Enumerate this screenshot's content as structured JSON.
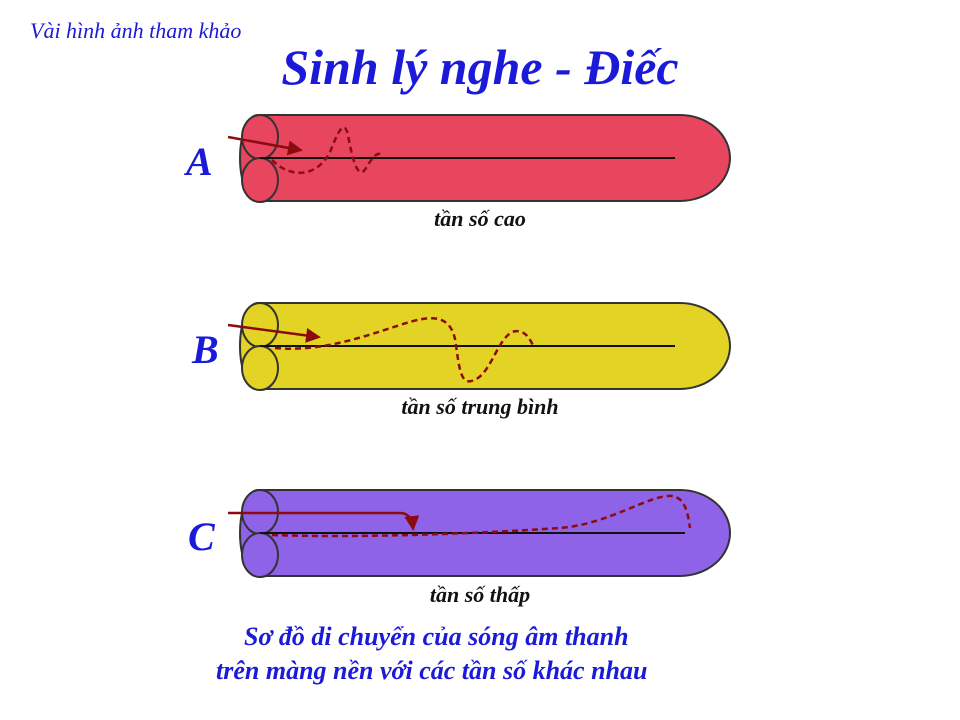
{
  "corner_note": "Vài hình ảnh tham khảo",
  "title": "Sinh lý nghe - Điếc",
  "panels": [
    {
      "letter": "A",
      "caption": "tần số cao",
      "color": "#e8455f"
    },
    {
      "letter": "B",
      "caption": "tần số trung bình",
      "color": "#e3d324"
    },
    {
      "letter": "C",
      "caption": "tần số thấp",
      "color": "#8e63e8"
    }
  ],
  "bottom_caption": {
    "line1": "Sơ đồ di chuyển của sóng âm thanh",
    "line2": "trên màng nền với các tần số khác nhau"
  },
  "arrow_color": "#8b0c10"
}
